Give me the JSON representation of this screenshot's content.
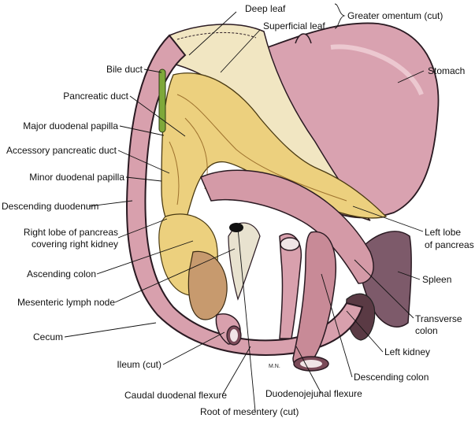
{
  "labels": {
    "deep_leaf": "Deep leaf",
    "superficial_leaf": "Superficial leaf",
    "greater_omentum": "Greater omentum (cut)",
    "stomach": "Stomach",
    "bile_duct": "Bile duct",
    "pancreatic_duct": "Pancreatic duct",
    "major_duodenal_papilla": "Major duodenal papilla",
    "accessory_pancreatic_duct": "Accessory pancreatic duct",
    "minor_duodenal_papilla": "Minor duodenal papilla",
    "descending_duodenum": "Descending duodenum",
    "right_lobe_line1": "Right lobe of pancreas",
    "right_lobe_line2": "covering right kidney",
    "left_lobe_line1": "Left lobe",
    "left_lobe_line2": "of pancreas",
    "spleen": "Spleen",
    "ascending_colon": "Ascending colon",
    "mesenteric_lymph_node": "Mesenteric lymph node",
    "transverse_line1": "Transverse",
    "transverse_line2": "colon",
    "left_kidney": "Left kidney",
    "cecum": "Cecum",
    "ileum": "Ileum (cut)",
    "descending_colon": "Descending colon",
    "caudal_duodenal_flexure": "Caudal duodenal flexure",
    "duodenojejunal_flexure": "Duodenojejunal flexure",
    "root_of_mesentery": "Root of mesentery (cut)"
  },
  "signature": "M.N."
}
